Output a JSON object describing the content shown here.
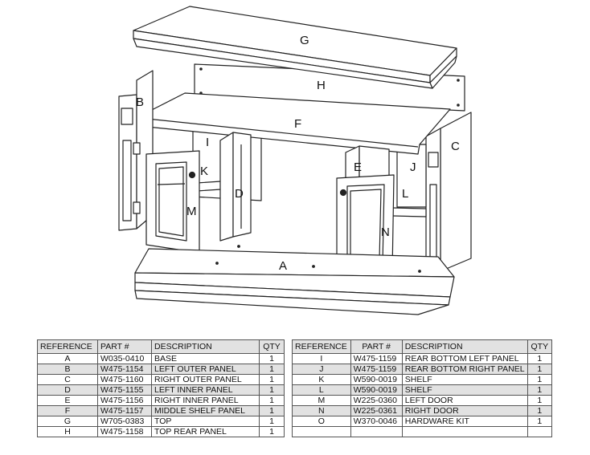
{
  "diagram": {
    "labels": {
      "A": "A",
      "B": "B",
      "C": "C",
      "D": "D",
      "E": "E",
      "F": "F",
      "G": "G",
      "H": "H",
      "I": "I",
      "J": "J",
      "K": "K",
      "L": "L",
      "M": "M",
      "N": "N"
    }
  },
  "table": {
    "headers": {
      "reference": "REFERENCE",
      "part": "PART #",
      "description": "DESCRIPTION",
      "qty": "QTY"
    },
    "left_rows": [
      {
        "ref": "A",
        "part": "W035-0410",
        "desc": "BASE",
        "qty": "1"
      },
      {
        "ref": "B",
        "part": "W475-1154",
        "desc": "LEFT OUTER PANEL",
        "qty": "1"
      },
      {
        "ref": "C",
        "part": "W475-1160",
        "desc": "RIGHT OUTER PANEL",
        "qty": "1"
      },
      {
        "ref": "D",
        "part": "W475-1155",
        "desc": "LEFT INNER PANEL",
        "qty": "1"
      },
      {
        "ref": "E",
        "part": "W475-1156",
        "desc": "RIGHT INNER PANEL",
        "qty": "1"
      },
      {
        "ref": "F",
        "part": "W475-1157",
        "desc": "MIDDLE SHELF PANEL",
        "qty": "1"
      },
      {
        "ref": "G",
        "part": "W705-0383",
        "desc": "TOP",
        "qty": "1"
      },
      {
        "ref": "H",
        "part": "W475-1158",
        "desc": "TOP REAR PANEL",
        "qty": "1"
      }
    ],
    "right_rows": [
      {
        "ref": "I",
        "part": "W475-1159",
        "desc": "REAR BOTTOM LEFT PANEL",
        "qty": "1"
      },
      {
        "ref": "J",
        "part": "W475-1159",
        "desc": "REAR BOTTOM RIGHT PANEL",
        "qty": "1"
      },
      {
        "ref": "K",
        "part": "W590-0019",
        "desc": "SHELF",
        "qty": "1"
      },
      {
        "ref": "L",
        "part": "W590-0019",
        "desc": "SHELF",
        "qty": "1"
      },
      {
        "ref": "M",
        "part": "W225-0360",
        "desc": "LEFT DOOR",
        "qty": "1"
      },
      {
        "ref": "N",
        "part": "W225-0361",
        "desc": "RIGHT DOOR",
        "qty": "1"
      },
      {
        "ref": "O",
        "part": "W370-0046",
        "desc": "HARDWARE KIT",
        "qty": "1"
      },
      {
        "ref": "",
        "part": "",
        "desc": "",
        "qty": ""
      }
    ]
  }
}
